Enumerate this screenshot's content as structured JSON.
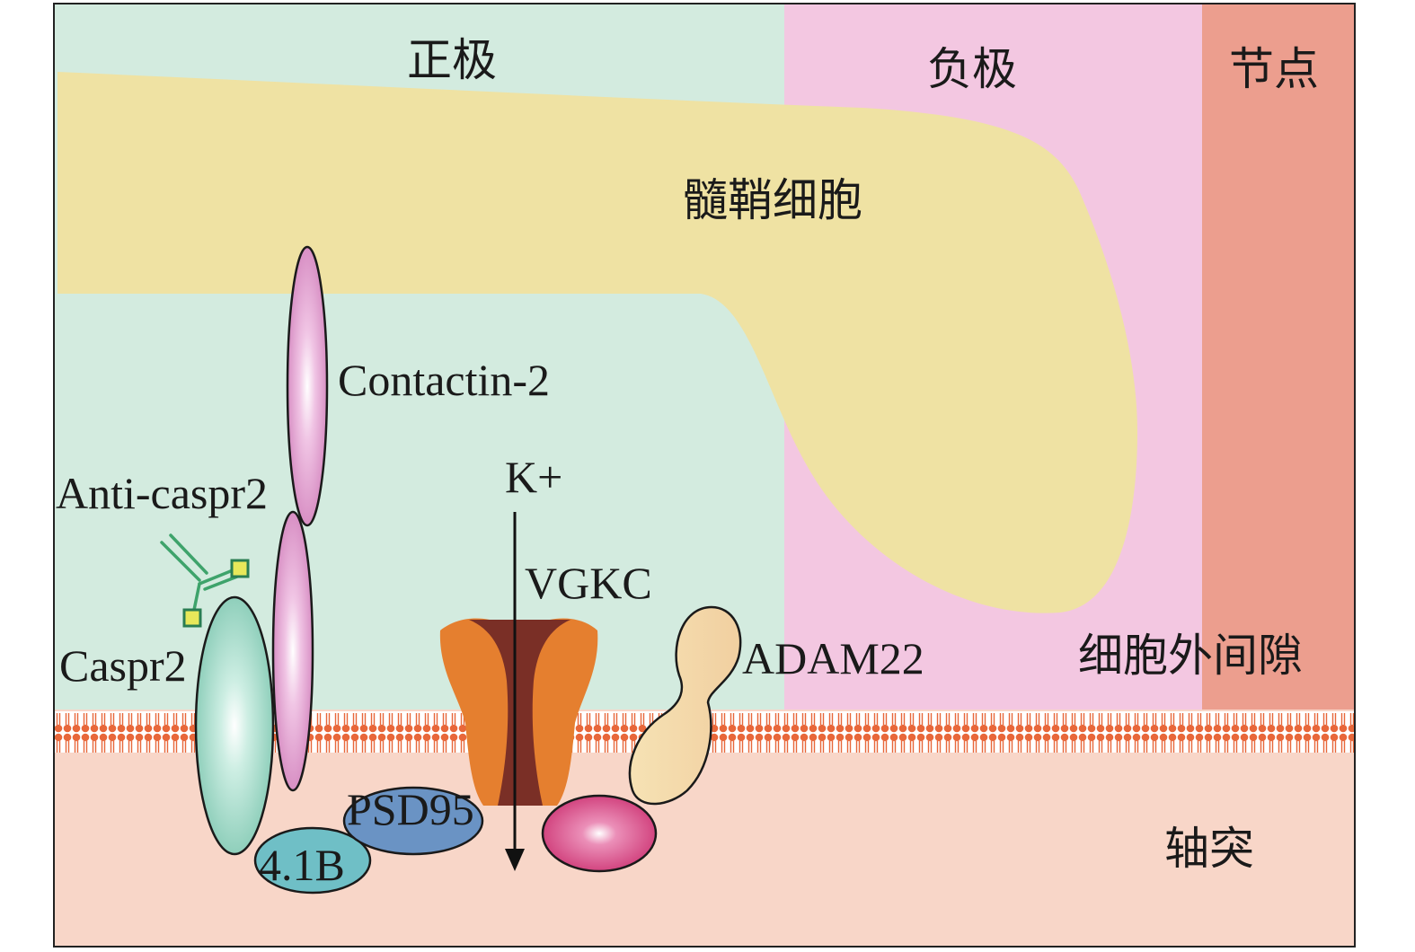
{
  "regions": {
    "paranode_label": "正极",
    "juxtaparanode_label": "负极",
    "node_label": "节点"
  },
  "cells": {
    "myelin_label": "髓鞘细胞",
    "extracellular_label": "细胞外间隙",
    "axon_label": "轴突"
  },
  "proteins": {
    "contactin": "Contactin-2",
    "antibody": "Anti-caspr2",
    "caspr2": "Caspr2",
    "ion": "K+",
    "channel": "VGKC",
    "adam22": "ADAM22",
    "psd95": "PSD95",
    "band41b": "4.1B"
  },
  "colors": {
    "paranode_bg": "#d3ebdf",
    "juxtaparanode_bg": "#f3c7e1",
    "node_bg": "#ec9e8e",
    "axon_bg": "#f8d6c8",
    "myelin": "#efe2a3",
    "membrane": "#e8673a",
    "caspr2": "#9fd8c6",
    "contactin": "#e7a9d4",
    "vgkc_outer": "#e57f2f",
    "vgkc_inner": "#7a2f26",
    "adam22": "#f3dcaa",
    "psd95": "#6a93c4",
    "band41b": "#6fbfc6",
    "binding_partner": "#dd5e95",
    "antibody": "#3ea36b",
    "antibody_tip": "#e8e85a"
  }
}
